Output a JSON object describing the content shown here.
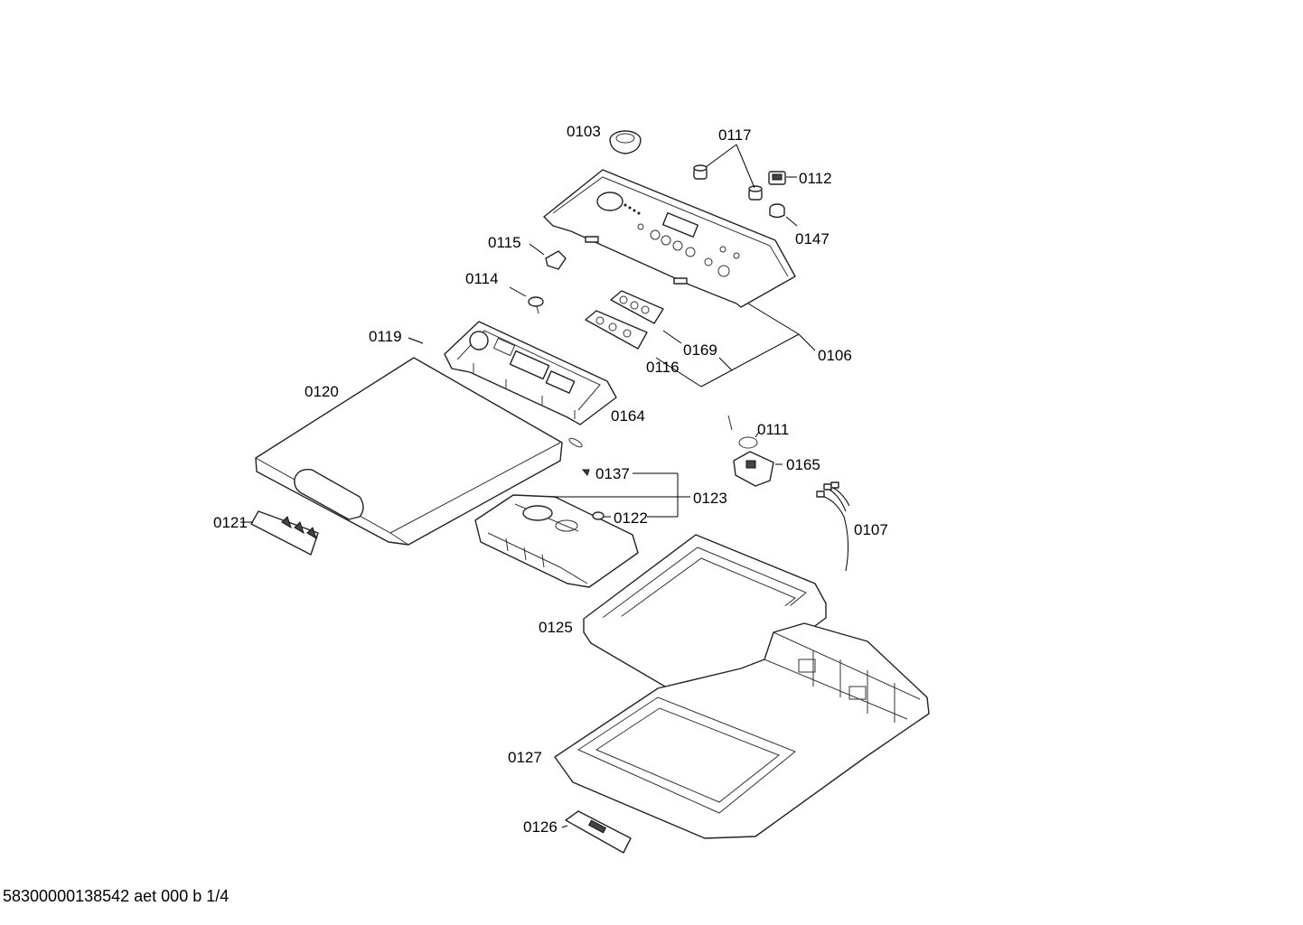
{
  "labels": {
    "p0103": "0103",
    "p0117": "0117",
    "p0112": "0112",
    "p0147": "0147",
    "p0115": "0115",
    "p0114": "0114",
    "p0106": "0106",
    "p0169": "0169",
    "p0116": "0116",
    "p0119": "0119",
    "p0120": "0120",
    "p0164": "0164",
    "p0111": "0111",
    "p0165": "0165",
    "p0137": "0137",
    "p0123": "0123",
    "p0122": "0122",
    "p0121": "0121",
    "p0107": "0107",
    "p0125": "0125",
    "p0127": "0127",
    "p0126": "0126"
  },
  "footer": "58300000138542 aet 000 b 1/4"
}
